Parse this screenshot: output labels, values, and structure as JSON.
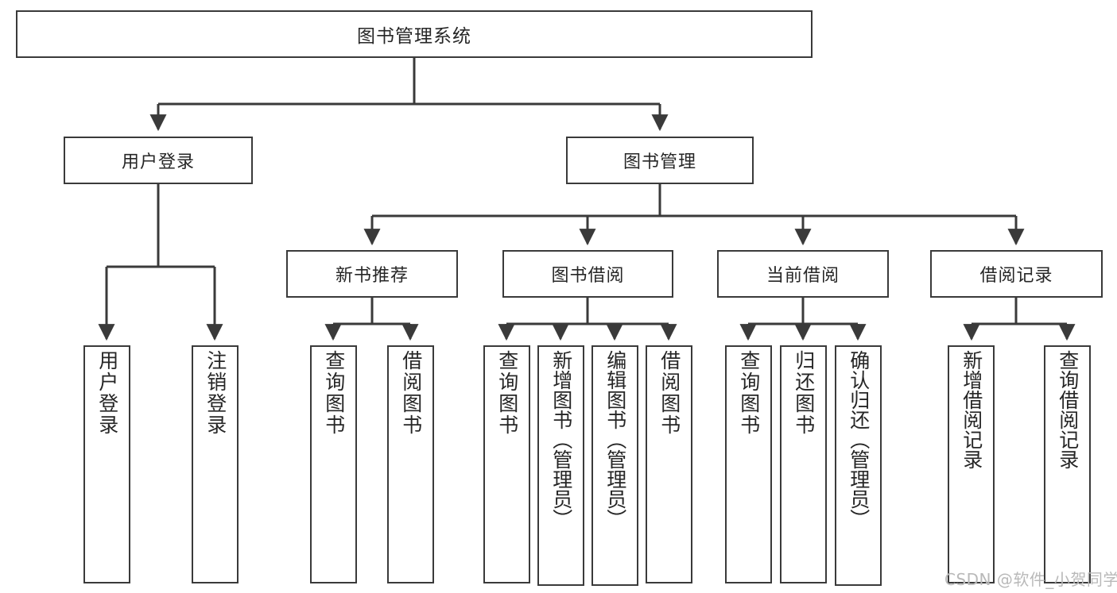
{
  "diagram": {
    "type": "tree-hierarchy",
    "title": "图书管理系统",
    "root": {
      "id": "root",
      "label": "图书管理系统"
    },
    "level1": [
      {
        "id": "user-login",
        "label": "用户登录"
      },
      {
        "id": "book-manage",
        "label": "图书管理"
      }
    ],
    "level2": [
      {
        "id": "new-book-recommend",
        "label": "新书推荐",
        "parent": "book-manage"
      },
      {
        "id": "book-borrow",
        "label": "图书借阅",
        "parent": "book-manage"
      },
      {
        "id": "current-borrow",
        "label": "当前借阅",
        "parent": "book-manage"
      },
      {
        "id": "borrow-record",
        "label": "借阅记录",
        "parent": "book-manage"
      }
    ],
    "leaves": [
      {
        "id": "leaf-user-login",
        "label": "用户登录",
        "parent": "user-login"
      },
      {
        "id": "leaf-logout-login",
        "label": "注销登录",
        "parent": "user-login"
      },
      {
        "id": "leaf-query-book-1",
        "label": "查询图书",
        "parent": "new-book-recommend"
      },
      {
        "id": "leaf-borrow-book-1",
        "label": "借阅图书",
        "parent": "new-book-recommend"
      },
      {
        "id": "leaf-query-book-2",
        "label": "查询图书",
        "parent": "book-borrow"
      },
      {
        "id": "leaf-add-book",
        "label": "新增图书（管理员）",
        "parent": "book-borrow"
      },
      {
        "id": "leaf-edit-book",
        "label": "编辑图书（管理员）",
        "parent": "book-borrow"
      },
      {
        "id": "leaf-borrow-book-2",
        "label": "借阅图书",
        "parent": "book-borrow"
      },
      {
        "id": "leaf-query-book-3",
        "label": "查询图书",
        "parent": "current-borrow"
      },
      {
        "id": "leaf-return-book",
        "label": "归还图书",
        "parent": "current-borrow"
      },
      {
        "id": "leaf-confirm-return",
        "label": "确认归还（管理员）",
        "parent": "current-borrow"
      },
      {
        "id": "leaf-add-record",
        "label": "新增借阅记录",
        "parent": "borrow-record"
      },
      {
        "id": "leaf-query-record",
        "label": "查询借阅记录",
        "parent": "borrow-record"
      }
    ]
  },
  "watermark": {
    "text": "CSDN @软件_小贺同学"
  },
  "colors": {
    "stroke": "#3a3a3a",
    "text": "#262626",
    "background": "#ffffff",
    "watermark": "#b9b9b9"
  }
}
